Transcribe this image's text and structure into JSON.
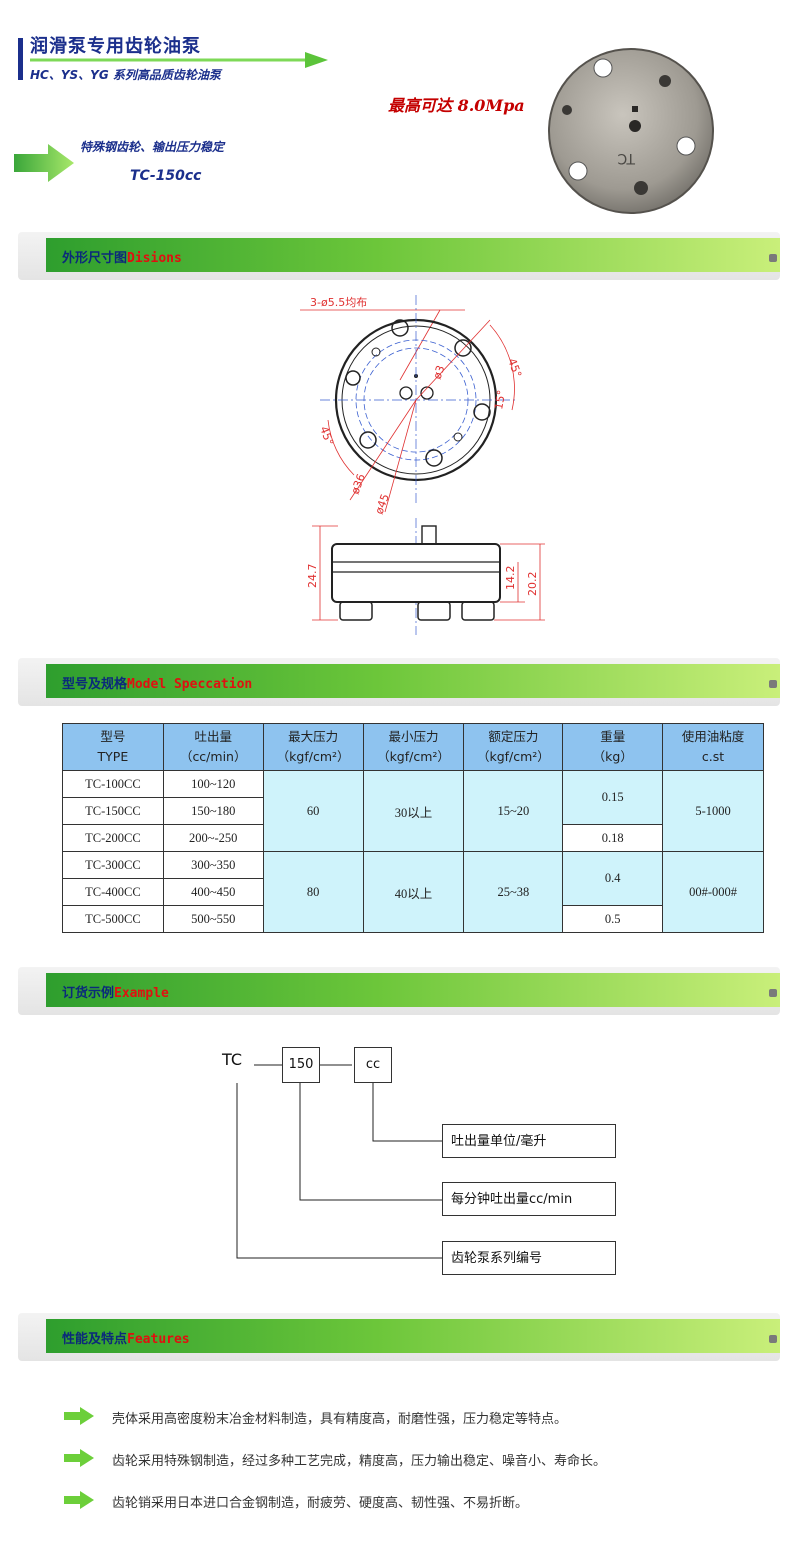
{
  "header": {
    "title": "润滑泵专用齿轮油泵",
    "subtitle": "HC、YS、YG 系列高品质齿轮油泵",
    "max_pressure_slogan": "最高可达 8.0Mpa",
    "steel_note": "特殊钢齿轮、输出压力稳定",
    "model": "TC-150cc",
    "product_engraving": "TC"
  },
  "sections": {
    "dimensions": {
      "cn": "外形尺寸图",
      "en": "Disions"
    },
    "model_spec": {
      "cn": "型号及规格",
      "en": "Model Speccation"
    },
    "example": {
      "cn": "订货示例",
      "en": "Example"
    },
    "features": {
      "cn": "性能及特点",
      "en": "Features"
    }
  },
  "drawing": {
    "hole_note": "3-ø5.5均布",
    "angle_top": "45°",
    "angle_right": "15°",
    "angle_left": "45°",
    "dia_small": "ø3",
    "dia_36": "ø36",
    "dia_45": "ø45",
    "height_total": "24.7",
    "height_mid": "14.2",
    "height_body": "20.2"
  },
  "spec_table": {
    "headers": [
      {
        "l1": "型号",
        "l2": "TYPE"
      },
      {
        "l1": "吐出量",
        "l2": "（cc/min）"
      },
      {
        "l1": "最大压力",
        "l2": "（kgf/cm²）"
      },
      {
        "l1": "最小压力",
        "l2": "（kgf/cm²）"
      },
      {
        "l1": "额定压力",
        "l2": "（kgf/cm²）"
      },
      {
        "l1": "重量",
        "l2": "（kg）"
      },
      {
        "l1": "使用油粘度",
        "l2": "c.st"
      }
    ],
    "group1": {
      "types": [
        "TC-100CC",
        "TC-150CC",
        "TC-200CC"
      ],
      "flows": [
        "100~120",
        "150~180",
        "200~-250"
      ],
      "max_pressure": "60",
      "min_pressure": "30以上",
      "rated_pressure": "15~20",
      "weight_a": "0.15",
      "weight_b": "0.18",
      "viscosity": "5-1000"
    },
    "group2": {
      "types": [
        "TC-300CC",
        "TC-400CC",
        "TC-500CC"
      ],
      "flows": [
        "300~350",
        "400~450",
        "500~550"
      ],
      "max_pressure": "80",
      "min_pressure": "40以上",
      "rated_pressure": "25~38",
      "weight_a": "0.4",
      "weight_b": "0.5",
      "viscosity": "00#-000#"
    }
  },
  "order_example": {
    "prefix": "TC",
    "code": "150",
    "unit": "cc",
    "desc_unit": "吐出量单位/毫升",
    "desc_code": "每分钟吐出量cc/min",
    "desc_prefix": "齿轮泵系列编号"
  },
  "features": [
    "壳体采用高密度粉末冶金材料制造，具有精度高，耐磨性强，压力稳定等特点。",
    "齿轮采用特殊钢制造，经过多种工艺完成，精度高，压力输出稳定、噪音小、寿命长。",
    "齿轮销采用日本进口合金钢制造，耐疲劳、硬度高、韧性强、不易折断。"
  ],
  "colors": {
    "title_blue": "#1b2f8c",
    "accent_red": "#e01010",
    "header_green": "#6cc63a",
    "table_header_blue": "#8ec3ef",
    "table_cell_cyan": "#cff3fb",
    "drawing_red": "#e03030"
  }
}
